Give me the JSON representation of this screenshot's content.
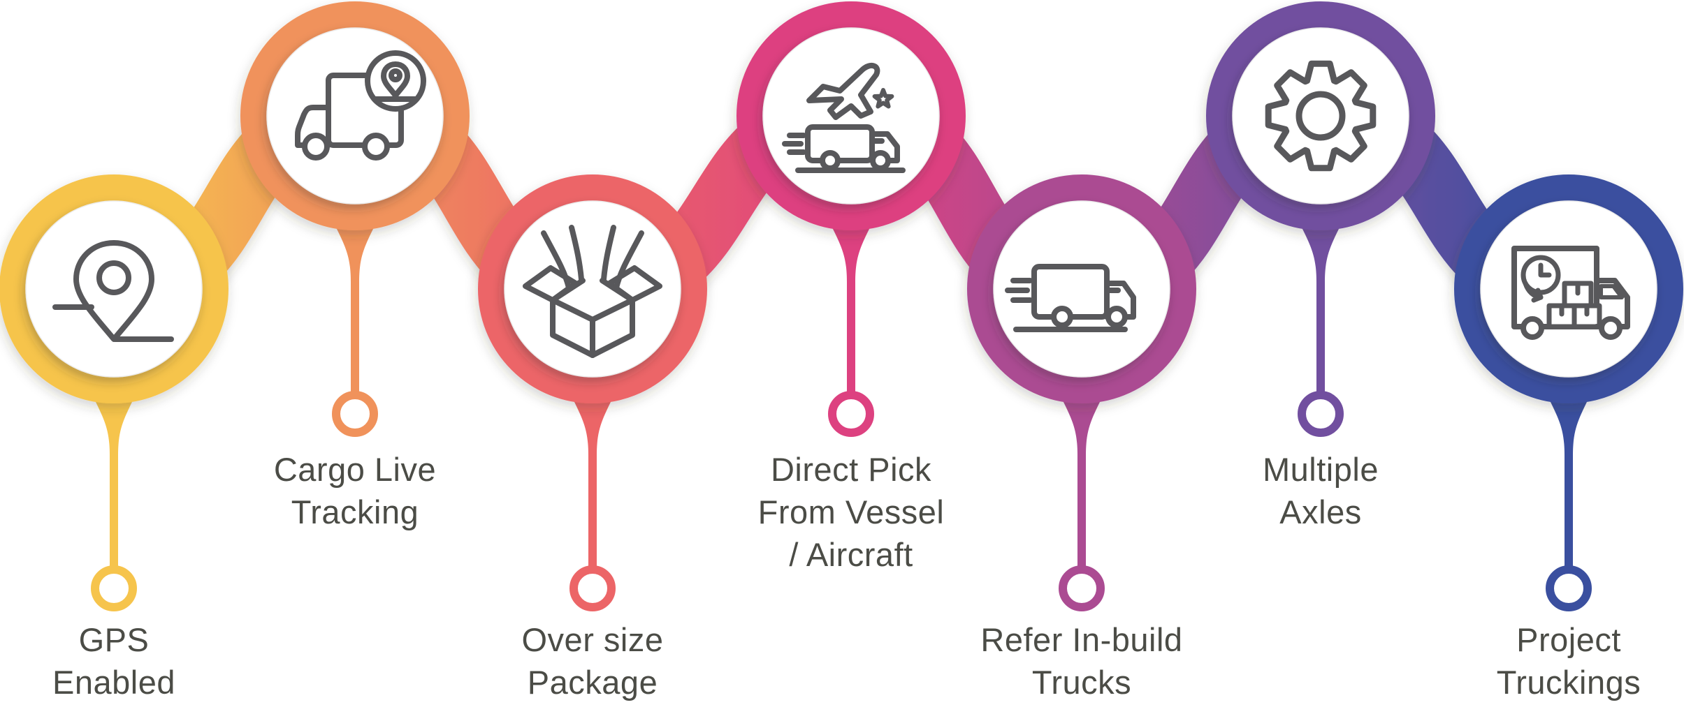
{
  "background": "#ffffff",
  "text_color": "#4b4c46",
  "icon_color": "#58585b",
  "gradient": {
    "start": "#f9ce4e",
    "end": "#34509d"
  },
  "nodes": [
    {
      "label": "GPS\nEnabled",
      "icon": "gps-pin-icon",
      "color": "#f6c44c",
      "position": "low"
    },
    {
      "label": "Cargo Live\nTracking",
      "icon": "cargo-tracking-truck-icon",
      "color": "#f0925b",
      "position": "high"
    },
    {
      "label": "Over size\nPackage",
      "icon": "open-box-icon",
      "color": "#ec6567",
      "position": "low"
    },
    {
      "label": "Direct Pick\nFrom Vessel\n/ Aircraft",
      "icon": "plane-truck-icon",
      "color": "#dd4180",
      "position": "high"
    },
    {
      "label": "Refer In-build\nTrucks",
      "icon": "fast-truck-icon",
      "color": "#ab4b92",
      "position": "low"
    },
    {
      "label": "Multiple\nAxles",
      "icon": "gear-icon",
      "color": "#714f9f",
      "position": "high"
    },
    {
      "label": "Project\nTruckings",
      "icon": "project-trucking-truck-icon",
      "color": "#3a4f9f",
      "position": "low"
    }
  ]
}
